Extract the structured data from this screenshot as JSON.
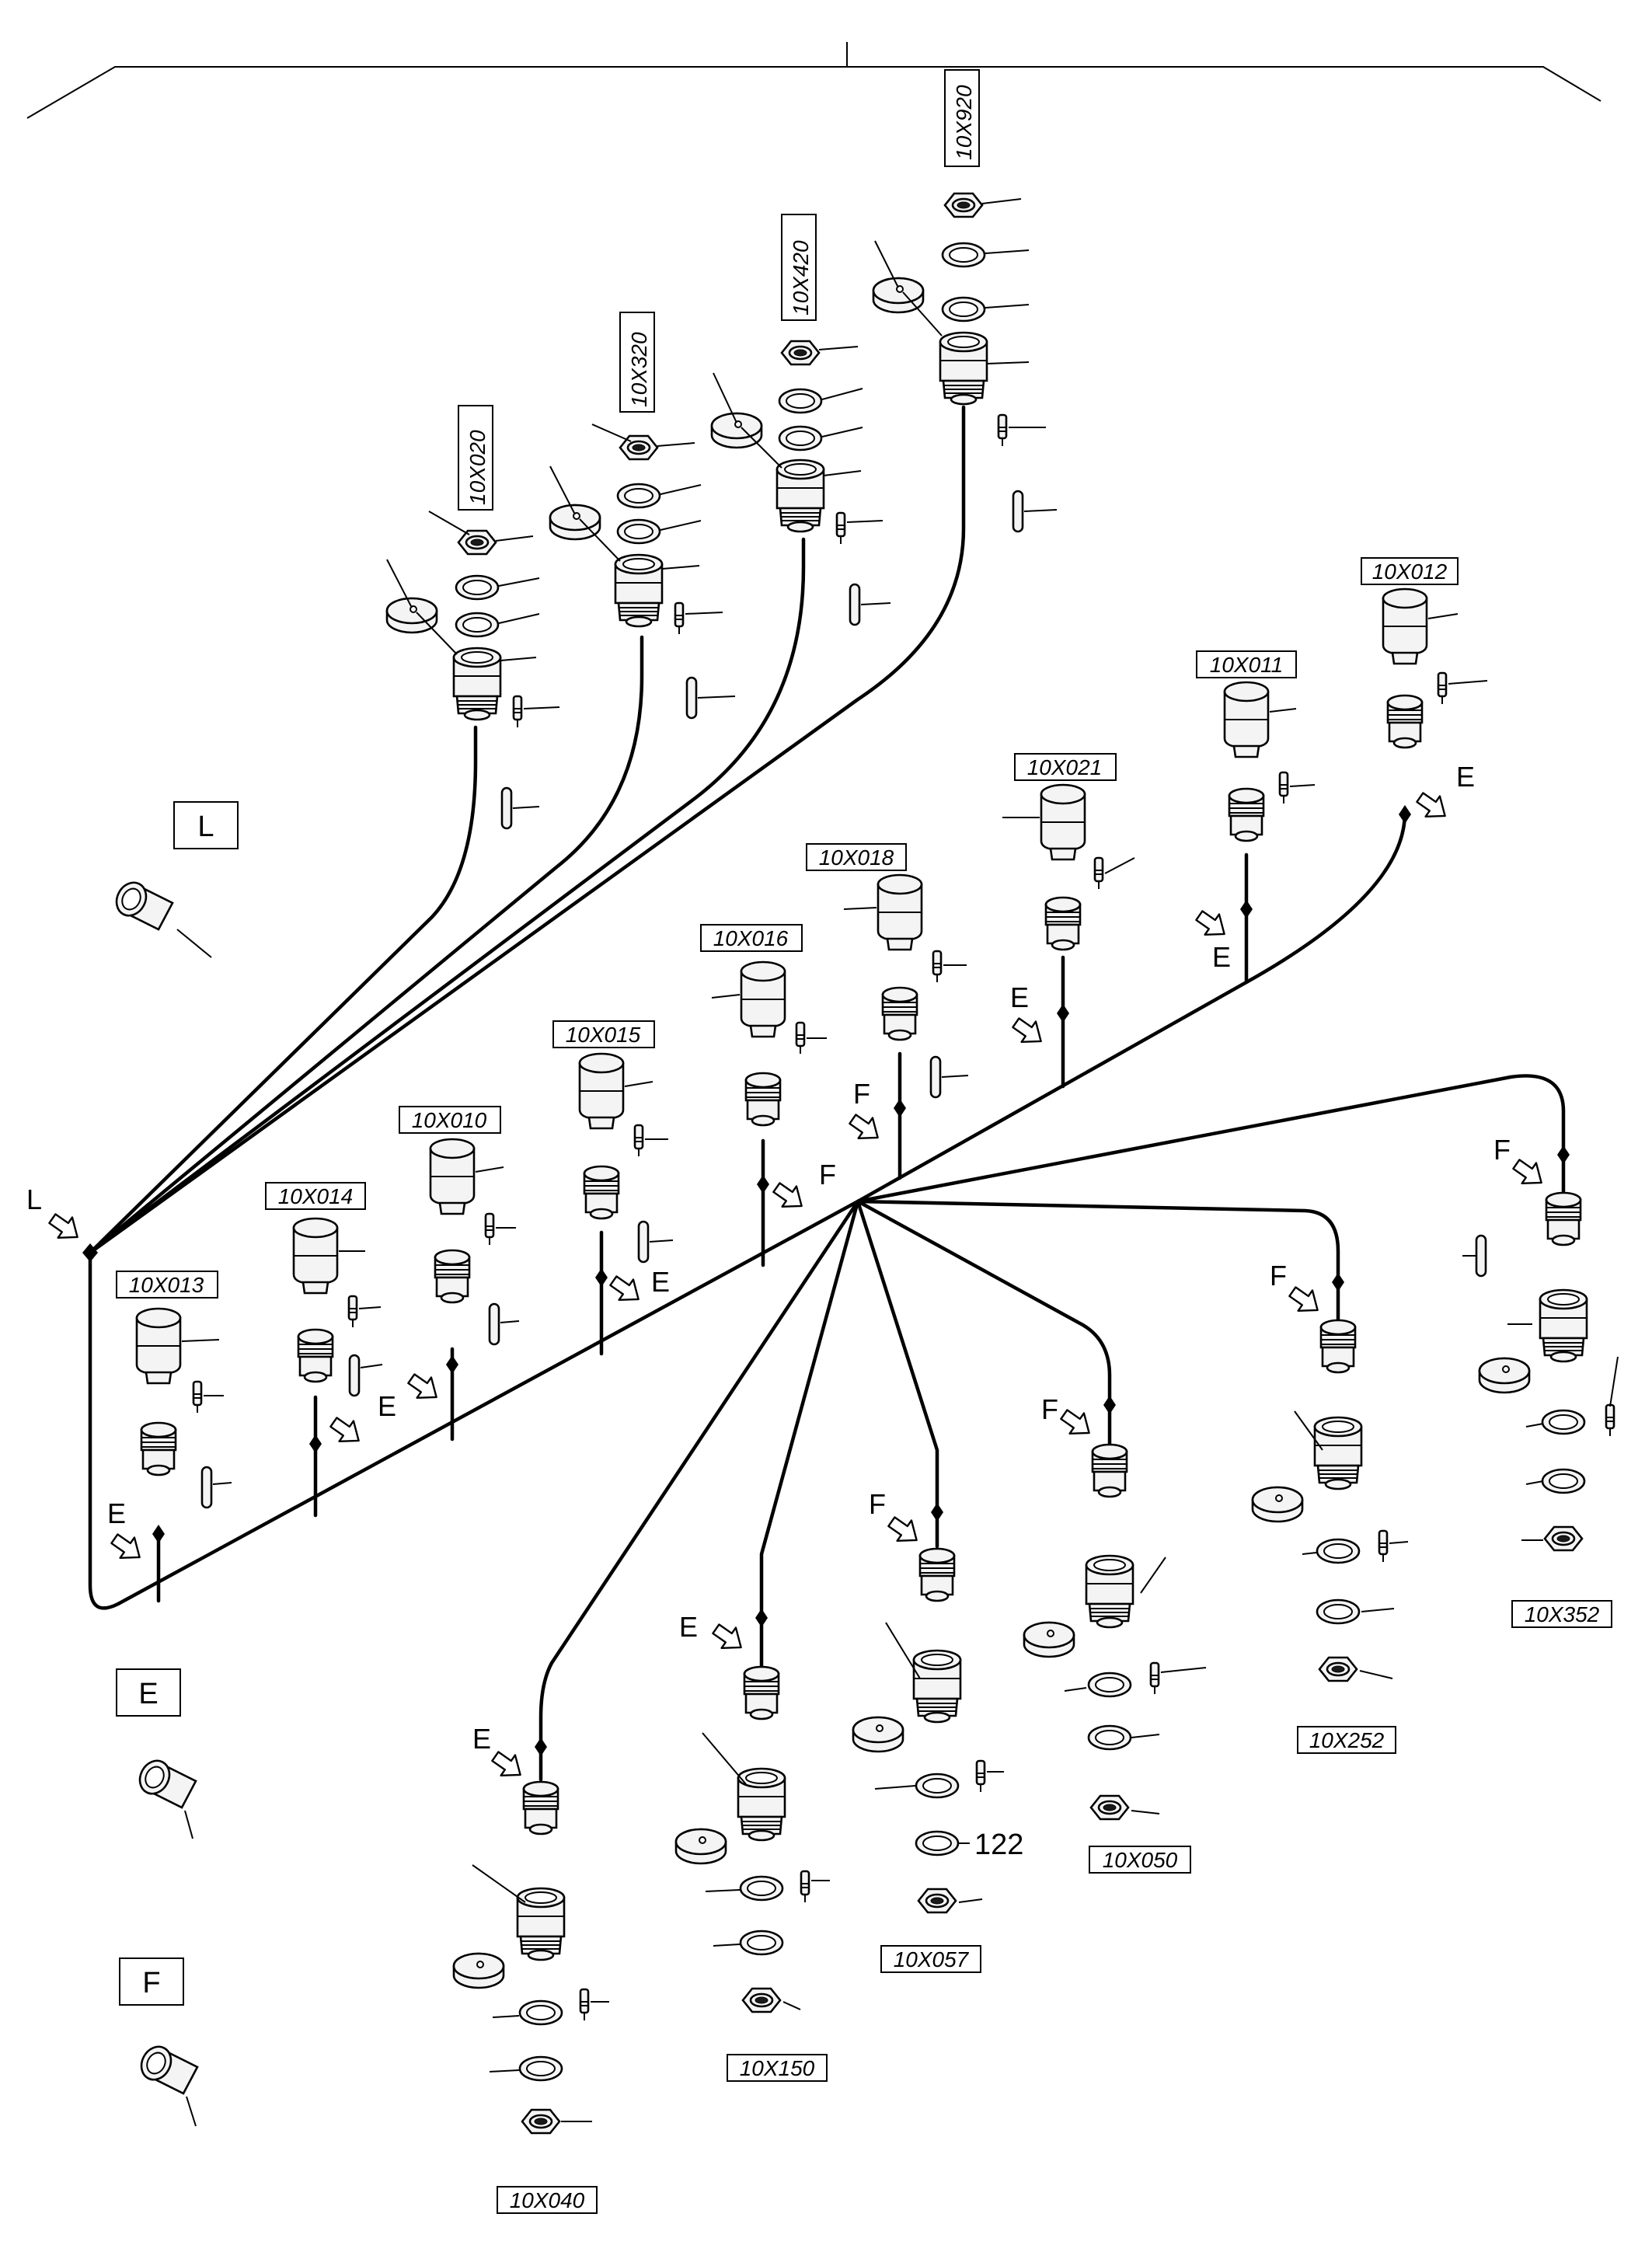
{
  "connectors": [
    {
      "id": "10X920",
      "kind": "rear-stack"
    },
    {
      "id": "10X420",
      "kind": "rear-stack"
    },
    {
      "id": "10X320",
      "kind": "rear-stack"
    },
    {
      "id": "10X020",
      "kind": "rear-stack"
    },
    {
      "id": "10X012",
      "kind": "inline"
    },
    {
      "id": "10X011",
      "kind": "inline"
    },
    {
      "id": "10X021",
      "kind": "inline"
    },
    {
      "id": "10X018",
      "kind": "inline"
    },
    {
      "id": "10X016",
      "kind": "inline"
    },
    {
      "id": "10X015",
      "kind": "inline"
    },
    {
      "id": "10X010",
      "kind": "inline"
    },
    {
      "id": "10X014",
      "kind": "inline"
    },
    {
      "id": "10X013",
      "kind": "inline"
    },
    {
      "id": "10X352",
      "kind": "bulkhead"
    },
    {
      "id": "10X252",
      "kind": "bulkhead"
    },
    {
      "id": "10X050",
      "kind": "bulkhead"
    },
    {
      "id": "10X057",
      "kind": "bulkhead"
    },
    {
      "id": "10X150",
      "kind": "bulkhead"
    },
    {
      "id": "10X040",
      "kind": "bulkhead"
    }
  ],
  "sleeve_legend": [
    {
      "letter": "L"
    },
    {
      "letter": "E"
    },
    {
      "letter": "F"
    }
  ],
  "branch_markers": [
    {
      "letter": "L"
    },
    {
      "letter": "E"
    },
    {
      "letter": "E"
    },
    {
      "letter": "F"
    },
    {
      "letter": "F"
    },
    {
      "letter": "F"
    },
    {
      "letter": "F"
    },
    {
      "letter": "E"
    },
    {
      "letter": "E"
    },
    {
      "letter": "E"
    },
    {
      "letter": "E"
    },
    {
      "letter": "F"
    },
    {
      "letter": "F"
    },
    {
      "letter": "F"
    },
    {
      "letter": "F"
    },
    {
      "letter": "E"
    },
    {
      "letter": "E"
    }
  ],
  "callout_number": "122"
}
